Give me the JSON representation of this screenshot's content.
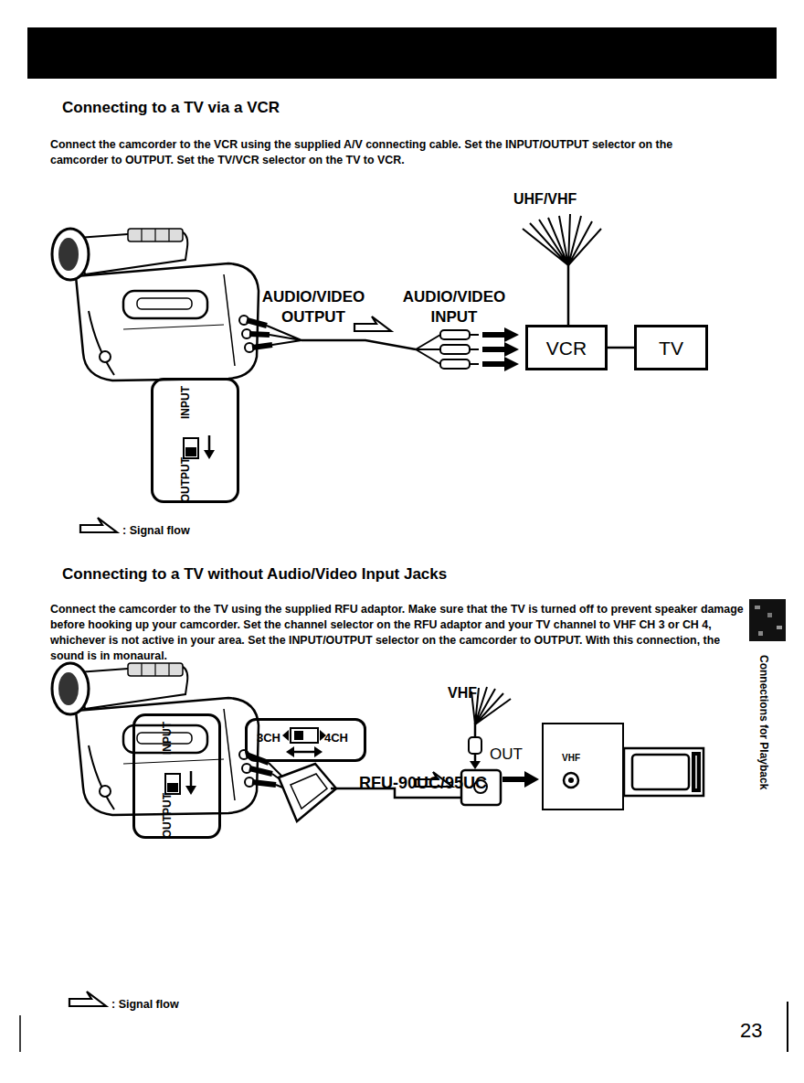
{
  "diagram": {
    "nodes": [
      {
        "text": [
          "VCR"
        ]
      },
      {
        "text": [
          "TV"
        ]
      },
      {
        "text": [
          "INPUT",
          "OUTPUT"
        ]
      },
      {
        "text": [
          "INPUT",
          "OUTPUT"
        ]
      },
      {
        "text": [
          "3CH",
          "4CH"
        ]
      },
      {
        "text": [
          "VHF"
        ]
      }
    ],
    "edges": [
      {
        "from": 0,
        "to": 1,
        "arrow": "none"
      }
    ],
    "labels": [
      "Connecting to a TV via a VCR",
      "Connect the camcorder to the VCR using the supplied A/V connecting cable. Set the INPUT/OUTPUT selector on the camcorder to OUTPUT. Set the TV/VCR selector on the TV to VCR.",
      "UHF/VHF",
      "AUDIO/VIDEO OUTPUT",
      "AUDIO/VIDEO INPUT",
      "Connecting to a TV without Audio/Video Input Jacks",
      "Connect the camcorder to the TV using the supplied RFU adaptor. Make sure that the TV is turned off to prevent speaker damage before hooking up your camcorder. Set the channel selector on the RFU adaptor and your TV channel to VHF CH 3 or CH 4, whichever is not active in your area. Set the INPUT/OUTPUT selector on the camcorder to OUTPUT. With this connection, the sound is in monaural.",
      "VHF",
      "OUT",
      "RFU-90UC/95UC",
      "Connections for Playback",
      "23"
    ],
    "legend": [
      {
        "text": ": Signal flow"
      },
      {
        "text": ": Signal flow"
      }
    ]
  }
}
